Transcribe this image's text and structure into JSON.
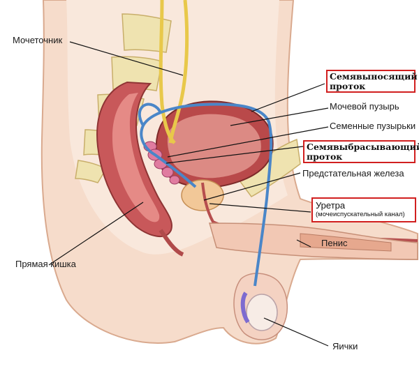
{
  "labels": {
    "ureter": "Мочеточник",
    "vas_deferens": [
      "Семявыносящий",
      "проток"
    ],
    "bladder": "Мочевой пузырь",
    "seminal_vesicles": "Семенные пузырьки",
    "ejaculatory_duct": [
      "Семявыбрасывающий",
      "проток"
    ],
    "prostate": "Предстательная железа",
    "urethra": "Уретра",
    "urethra_sub": "(мочеиспускательный канал)",
    "penis": "Пенис",
    "rectum": "Прямая кишка",
    "testicles": "Яички"
  },
  "colors": {
    "highlight_border": "#d11f1f",
    "skin": "#f6dccb",
    "muscle": "#c8585a",
    "duct": "#4a86c8",
    "ureter": "#e8c84a",
    "bone": "#efe3b0"
  }
}
